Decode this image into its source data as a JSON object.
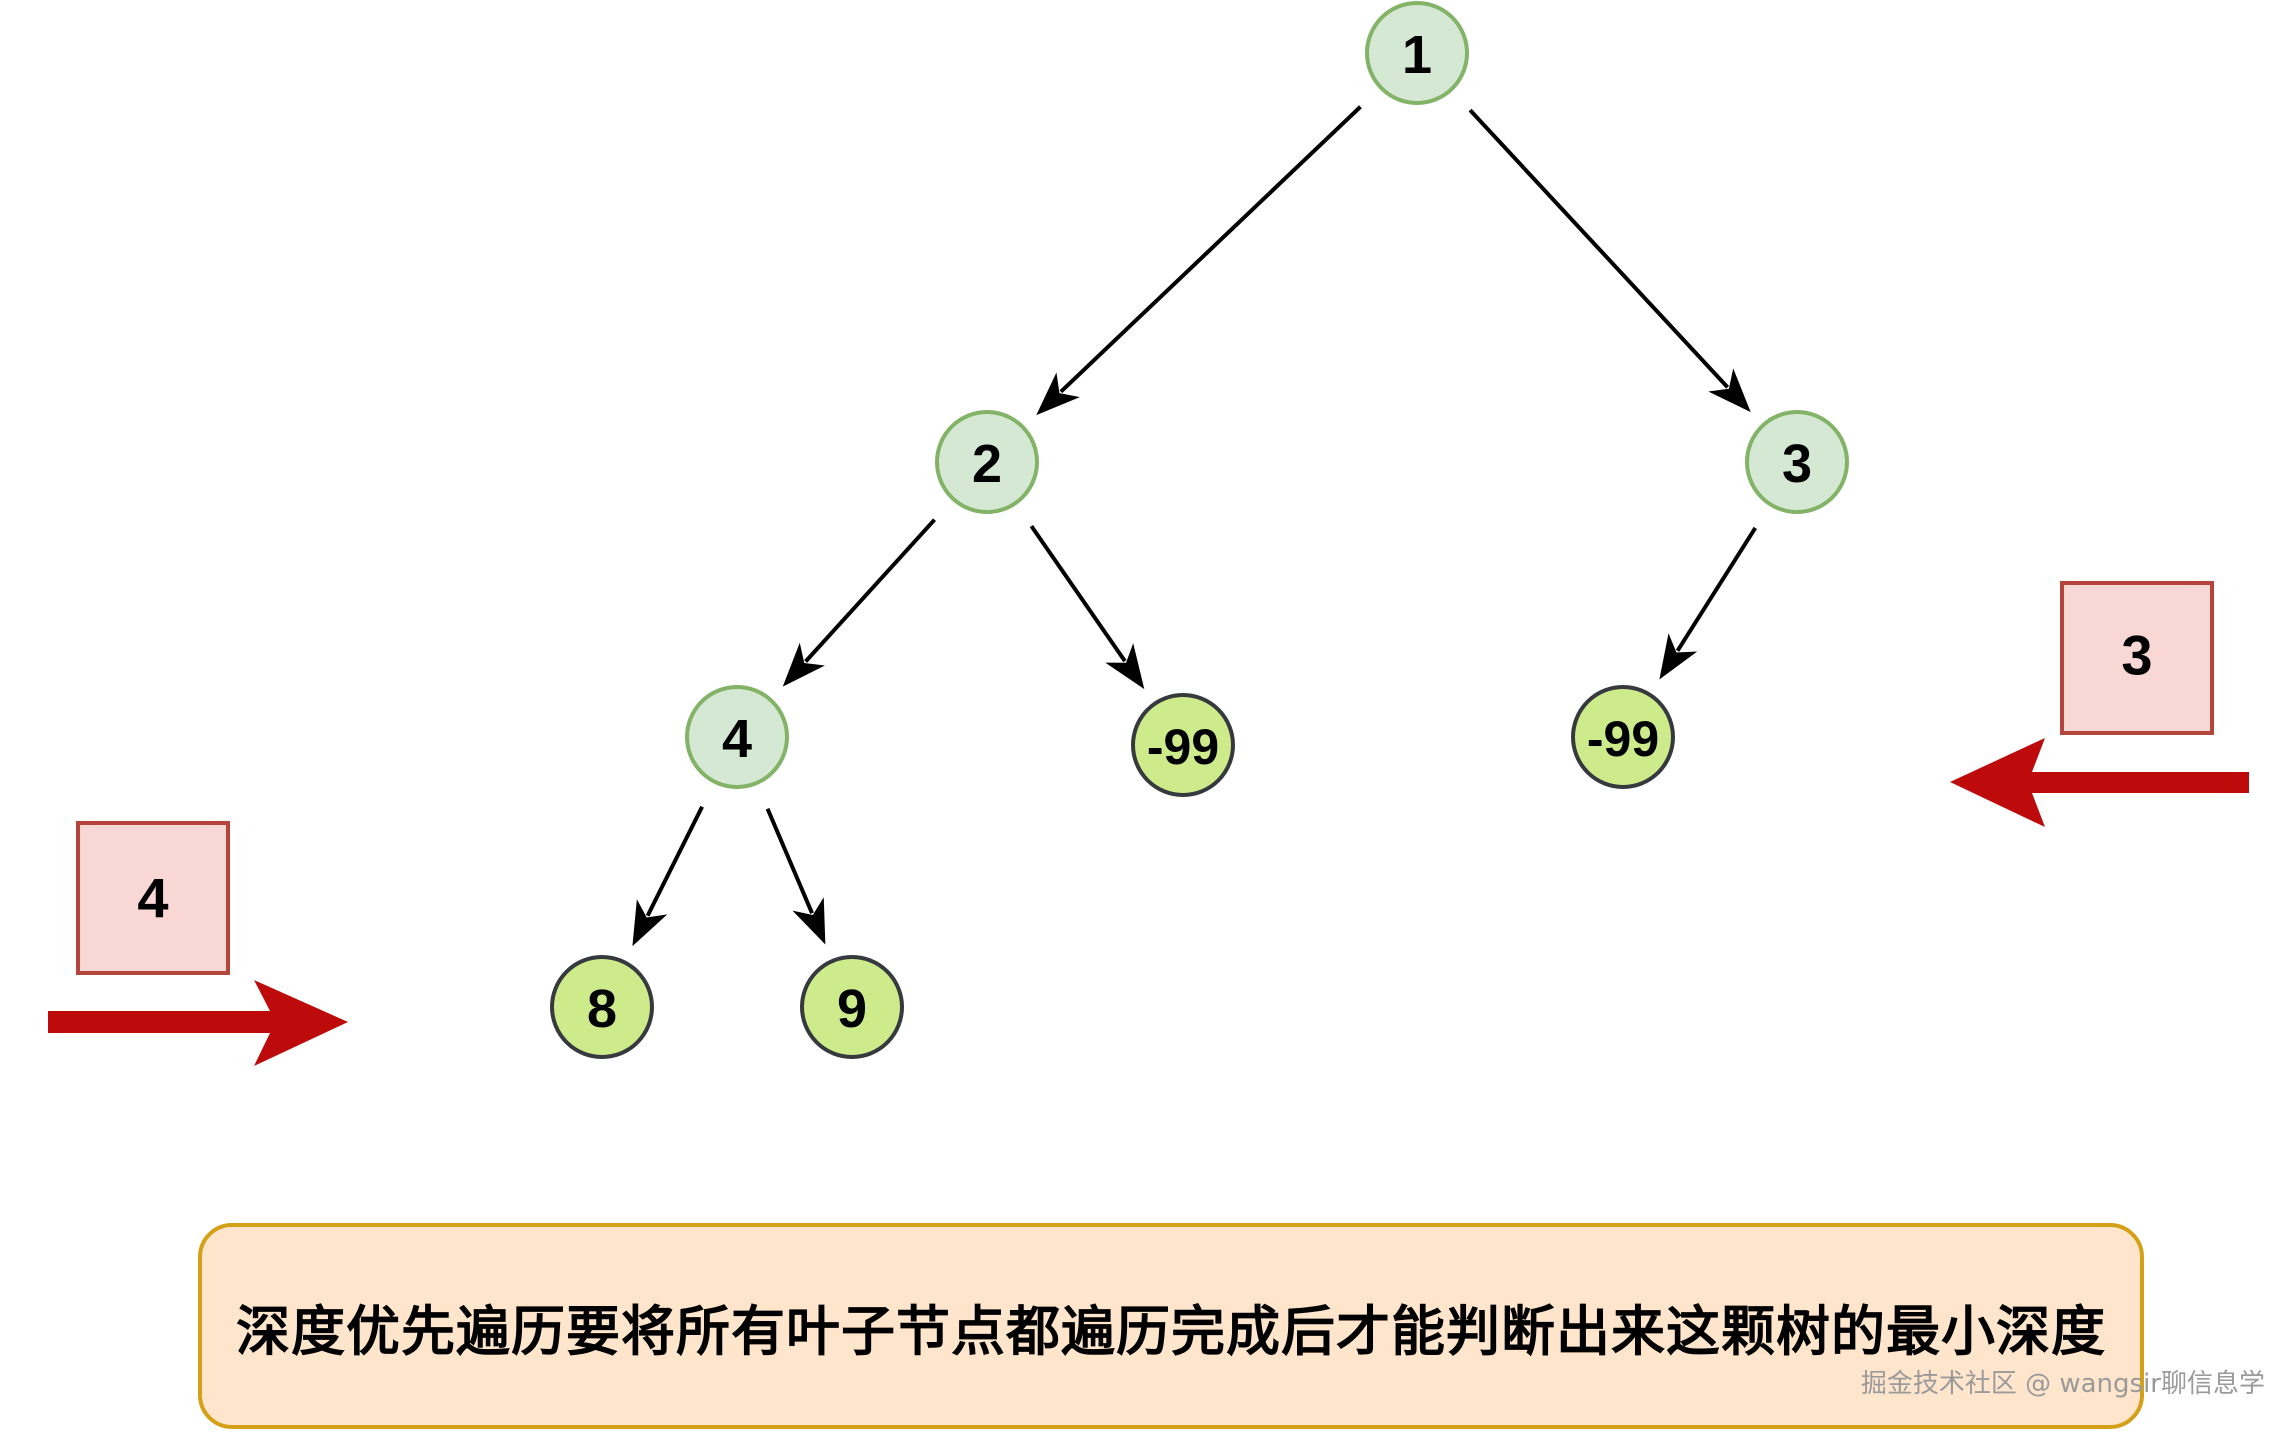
{
  "colors": {
    "inner_fill": "#d5e8d4",
    "inner_stroke": "#82b366",
    "leaf_fill": "#cdeb8b",
    "leaf_stroke": "#36393d",
    "edge": "#000000",
    "depth_box_fill": "#f8d7d5",
    "depth_box_stroke": "#b5453c",
    "red_arrow": "#bd0a0a",
    "note_fill": "#ffe5cc",
    "note_stroke": "#d4a017"
  },
  "tree": {
    "nodes": [
      {
        "id": "n1",
        "label": "1",
        "kind": "inner"
      },
      {
        "id": "n2",
        "label": "2",
        "kind": "inner"
      },
      {
        "id": "n3",
        "label": "3",
        "kind": "inner"
      },
      {
        "id": "n4",
        "label": "4",
        "kind": "inner"
      },
      {
        "id": "n99a",
        "label": "-99",
        "kind": "leaf"
      },
      {
        "id": "n99b",
        "label": "-99",
        "kind": "leaf"
      },
      {
        "id": "n8",
        "label": "8",
        "kind": "leaf"
      },
      {
        "id": "n9",
        "label": "9",
        "kind": "leaf"
      }
    ],
    "edges": [
      {
        "from": "n1",
        "to": "n2"
      },
      {
        "from": "n1",
        "to": "n3"
      },
      {
        "from": "n2",
        "to": "n4"
      },
      {
        "from": "n2",
        "to": "n99a"
      },
      {
        "from": "n3",
        "to": "n99b"
      },
      {
        "from": "n4",
        "to": "n8"
      },
      {
        "from": "n4",
        "to": "n9"
      }
    ]
  },
  "depth_markers": {
    "left": {
      "label": "4",
      "arrow_direction": "right"
    },
    "right": {
      "label": "3",
      "arrow_direction": "left"
    }
  },
  "note": {
    "text": "深度优先遍历要将所有叶子节点都遍历完成后才能判断出来这颗树的最小深度"
  },
  "watermark": {
    "text": "掘金技术社区 @ wangsir聊信息学"
  }
}
